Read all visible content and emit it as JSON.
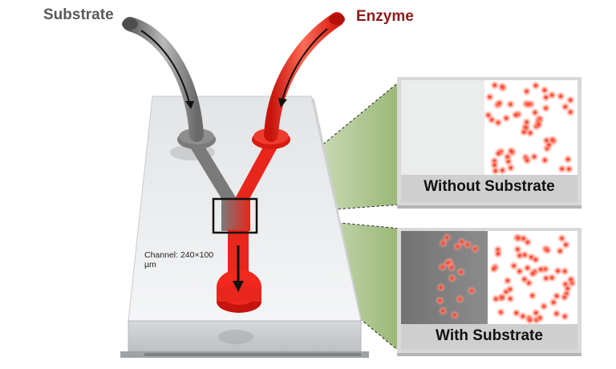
{
  "labels": {
    "substrate": "Substrate",
    "enzyme": "Enzyme",
    "channel": "Channel: 240×100 µm"
  },
  "panels": {
    "without": {
      "caption": "Without Substrate"
    },
    "with": {
      "caption": "With Substrate"
    }
  },
  "colors": {
    "substrate": "#7a7a7a",
    "enzyme": "#e8261c",
    "zoom_wedge": "#6f9a3c",
    "caption_bar": "#cfcfcf",
    "particle": "#ff6a55"
  }
}
